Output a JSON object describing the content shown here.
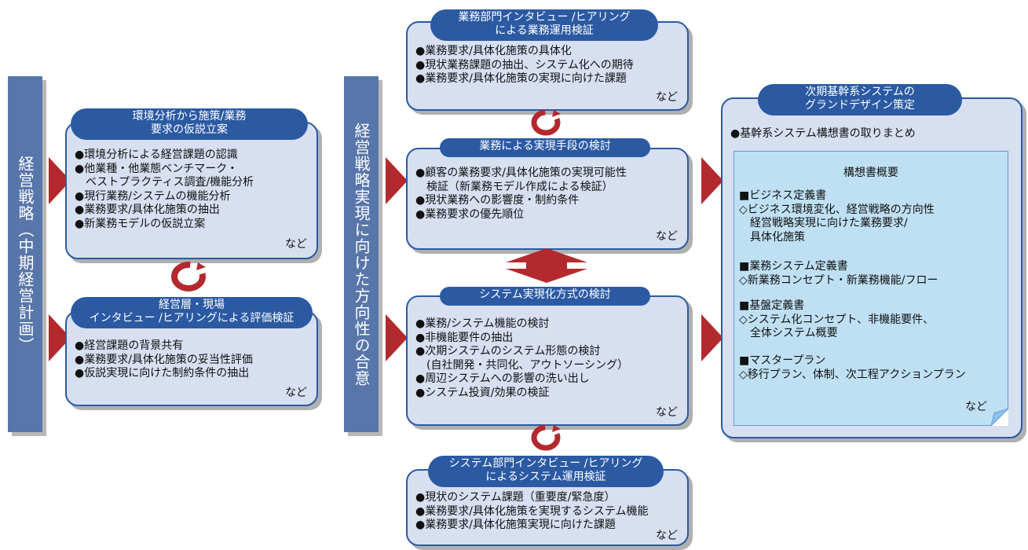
{
  "left_bar": {
    "text": "経営戦略（中期経営計画）"
  },
  "mid_bar": {
    "text": "経営戦略実現に向けた方向性の合意"
  },
  "box_env": {
    "title_lines": [
      "環境分析から施策/業務",
      "要求の仮説立案"
    ],
    "bullets": [
      "●環境分析による経営課題の認識",
      "●他業種・他業態ベンチマーク・",
      "　ベストプラクティス調査/機能分析",
      "●現行業務/システムの機能分析",
      "●業務要求/具体化施策の抽出",
      "●新業務モデルの仮説立案"
    ],
    "etc": "など"
  },
  "box_mgmt": {
    "title_lines": [
      "経営層・現場",
      "インタビュー /ヒアリングによる評価検証"
    ],
    "bullets": [
      "●経営課題の背景共有",
      "●業務要求/具体化施策の妥当性評価",
      "●仮説実現に向けた制約条件の抽出"
    ],
    "etc": "など"
  },
  "box_biz_interview": {
    "title_lines": [
      "業務部門インタビュー /ヒアリング",
      "による業務運用検証"
    ],
    "bullets": [
      "●業務要求/具体化施策の具体化",
      "●現状業務課題の抽出、システム化への期待",
      "●業務要求/具体化施策の実現に向けた課題"
    ],
    "etc": "など"
  },
  "box_biz_means": {
    "title_lines": [
      "業務による実現手段の検討"
    ],
    "bullets": [
      "●顧客の業務要求/具体化施策の実現可能性",
      "　検証（新業務モデル作成による検証）",
      "●現状業務への影響度・制約条件",
      "●業務要求の優先順位"
    ],
    "etc": "など"
  },
  "box_sys_method": {
    "title_lines": [
      "システム実現化方式の検討"
    ],
    "bullets": [
      "●業務/システム機能の検討",
      "●非機能要件の抽出",
      "●次期システムのシステム形態の検討",
      "　(自社開発・共同化、アウトソーシング）",
      "●周辺システムへの影響の洗い出し",
      "●システム投資/効果の検証"
    ],
    "etc": "など"
  },
  "box_sys_interview": {
    "title_lines": [
      "システム部門インタビュー /ヒアリング",
      "によるシステム運用検証"
    ],
    "bullets": [
      "●現状のシステム課題（重要度/緊急度）",
      "●業務要求/具体化施策を実現するシステム機能",
      "●業務要求/具体化施策実現に向けた課題"
    ],
    "etc": "など"
  },
  "box_grand": {
    "title_lines": [
      "次期基幹系システムの",
      "グランドデザイン策定"
    ],
    "bullet": "●基幹系システム構想書の取りまとめ",
    "inner_title": "構想書概要",
    "sections": [
      {
        "heading": "■ビジネス定義書",
        "lines": [
          "◇ビジネス環境変化、経営戦略の方向性",
          "　経営戦略実現に向けた業務要求/",
          "　具体化施策"
        ]
      },
      {
        "heading": "■業務システム定義書",
        "lines": [
          "◇新業務コンセプト・新業務機能/フロー"
        ]
      },
      {
        "heading": "■基盤定義書",
        "lines": [
          "◇システム化コンセプト、非機能要件、",
          "　全体システム概要"
        ]
      },
      {
        "heading": "■マスタープラン",
        "lines": [
          "◇移行プラン、体制、次工程アクションプラン"
        ]
      }
    ],
    "etc": "など"
  },
  "colors": {
    "bar": "#5876aa",
    "box_fill": "#d7dff1",
    "border": "#2b5aa3",
    "arrow": "#b22a2e",
    "inner_fill": "#bfe0f3"
  }
}
